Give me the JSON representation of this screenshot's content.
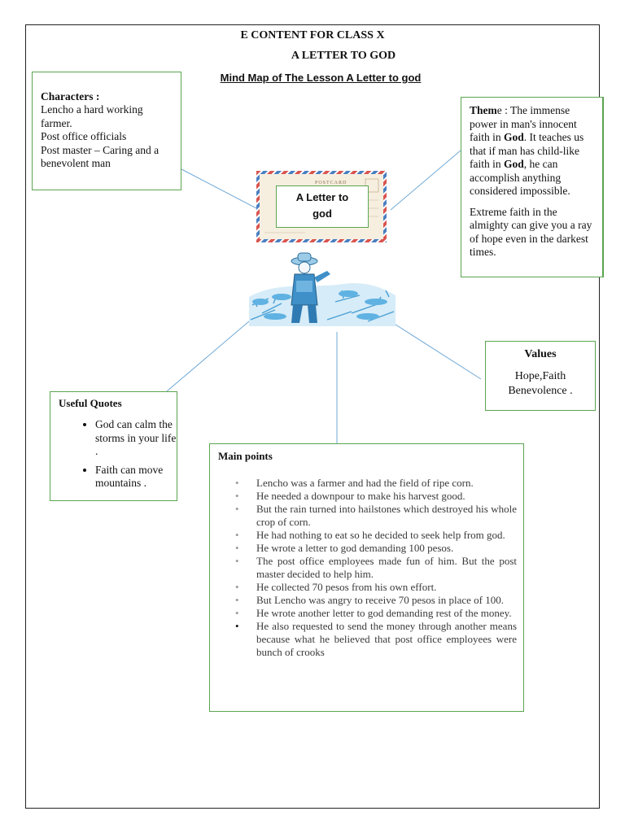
{
  "header": {
    "line1": "E CONTENT FOR CLASS X",
    "line2": "A LETTER TO GOD",
    "subtitle": "Mind Map of The Lesson A Letter to god"
  },
  "characters": {
    "title": "Characters :",
    "lines": [
      "Lencho a hard working farmer.",
      "Post office officials",
      "Post master – Caring and  a benevolent man"
    ]
  },
  "theme": {
    "title_bold": "Them",
    "title_rest": "e",
    "intro": " : The immense power in man's innocent faith in ",
    "god1": "God",
    "mid": ". It teaches us that if man has child-like faith in ",
    "god2": "God",
    "end": ", he can accomplish anything considered impossible.",
    "para2": "Extreme faith in the almighty can give you a ray of hope even in the darkest times."
  },
  "center": {
    "postcard_label": "POSTCARD",
    "title_line1": "A Letter to",
    "title_line2": "god",
    "image_icon": "farmer-illustration"
  },
  "values": {
    "title": "Values",
    "line1": "Hope,Faith",
    "line2": "Benevolence ."
  },
  "useful_quotes": {
    "title": "Useful Quotes",
    "items": [
      "God can calm the storms in your life .",
      "Faith can move mountains ."
    ]
  },
  "main_points": {
    "title": "Main points",
    "items": [
      "Lencho was a farmer and had the field of ripe corn.",
      "He needed a downpour to make his harvest good.",
      "But the rain turned into hailstones which destroyed his whole crop of corn.",
      "He had nothing to eat so he decided to seek help from god.",
      "He wrote a letter to god demanding 100 pesos.",
      "The post office employees made fun of him. But the post master decided to help him.",
      "He collected 70 pesos from his own effort.",
      "But Lencho was angry to receive 70 pesos in place of 100.",
      "He wrote another letter to god demanding rest of the money.",
      "He also requested to send the money through another means because what he believed that post office employees were bunch of crooks"
    ]
  },
  "colors": {
    "box_border": "#5aa54f",
    "connector": "#6fa8d6",
    "illustration": "#4a9fd4"
  }
}
